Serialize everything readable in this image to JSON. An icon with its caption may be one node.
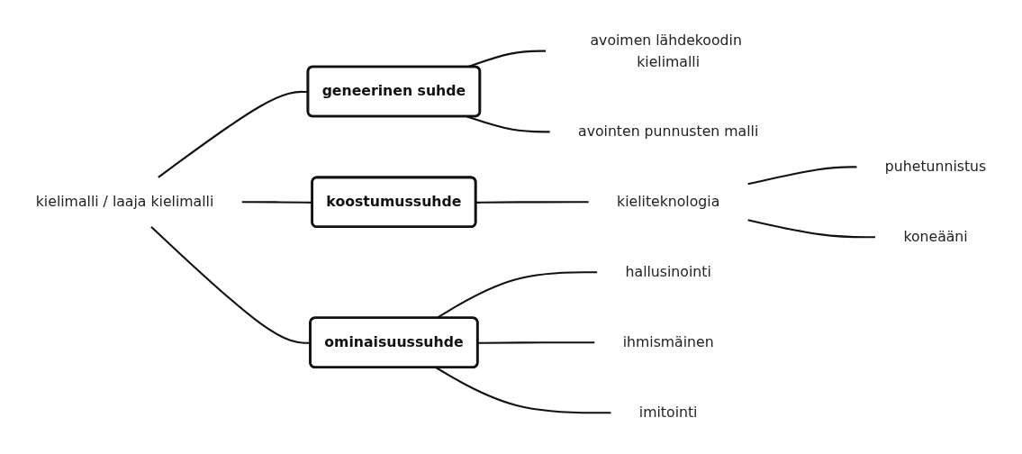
{
  "diagram": {
    "nodes": [
      {
        "text": [
          "kielimalli / laaja kielimalli"
        ]
      },
      {
        "text": [
          "geneerinen suhde"
        ]
      },
      {
        "text": [
          "avoimen lähdekoodin kielimalli"
        ]
      },
      {
        "text": [
          "avointen punnusten malli"
        ]
      },
      {
        "text": [
          "koostumussuhde"
        ]
      },
      {
        "text": [
          "kieliteknologia"
        ]
      },
      {
        "text": [
          "puhetunnistus"
        ]
      },
      {
        "text": [
          "koneääni"
        ]
      },
      {
        "text": [
          "ominaisuussuhde"
        ]
      },
      {
        "text": [
          "hallusinointi"
        ]
      },
      {
        "text": [
          "ihmismäinen"
        ]
      },
      {
        "text": [
          "imitointi"
        ]
      }
    ],
    "edges": [
      {
        "from": 0,
        "to": 1,
        "arrow": "none"
      },
      {
        "from": 1,
        "to": 2,
        "arrow": "none"
      },
      {
        "from": 1,
        "to": 3,
        "arrow": "none"
      },
      {
        "from": 0,
        "to": 4,
        "arrow": "none"
      },
      {
        "from": 4,
        "to": 5,
        "arrow": "none"
      },
      {
        "from": 5,
        "to": 6,
        "arrow": "none"
      },
      {
        "from": 5,
        "to": 7,
        "arrow": "none"
      },
      {
        "from": 0,
        "to": 8,
        "arrow": "none"
      },
      {
        "from": 8,
        "to": 9,
        "arrow": "none"
      },
      {
        "from": 8,
        "to": 10,
        "arrow": "none"
      },
      {
        "from": 8,
        "to": 11,
        "arrow": "none"
      }
    ]
  }
}
